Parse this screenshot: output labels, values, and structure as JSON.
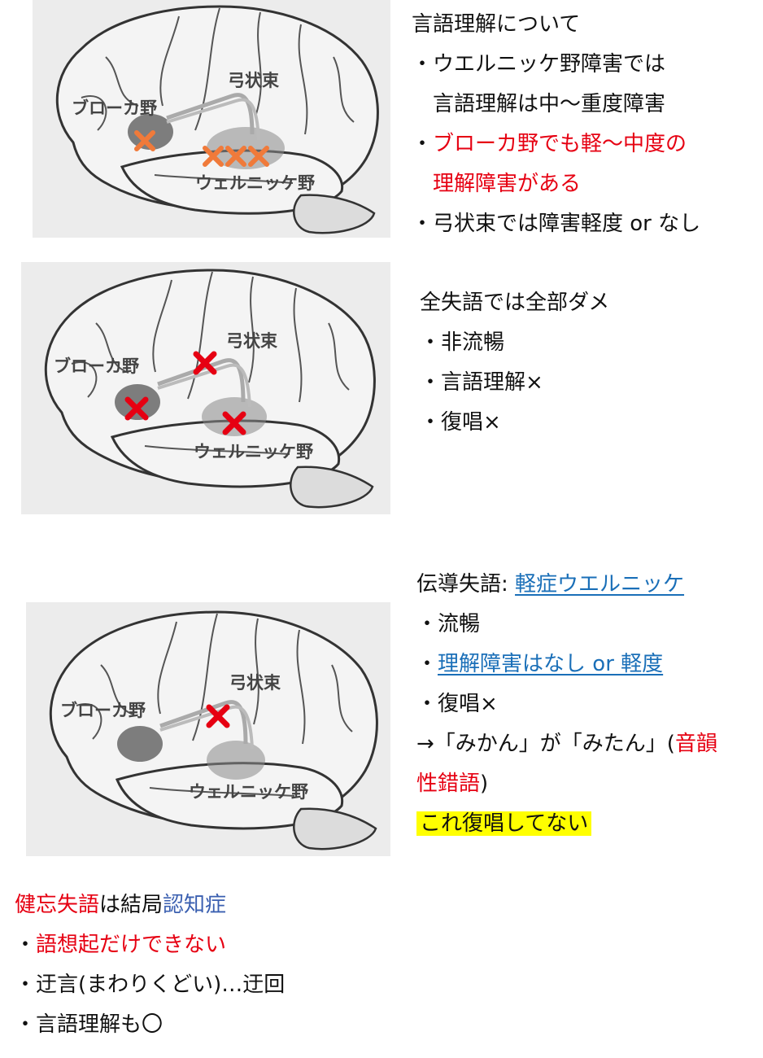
{
  "section1": {
    "title": "言語理解について",
    "line1": "・ウエルニッケ野障害では",
    "line2": "言語理解は中〜重度障害",
    "bullet3_mark": "・",
    "line3a": "ブローカ野でも軽〜中度の",
    "line3b": "理解障害がある",
    "line4": "・弓状束では障害軽度 or なし"
  },
  "section2": {
    "title": "全失語では全部ダメ",
    "items": [
      "・非流暢",
      "・言語理解×",
      "・復唱×"
    ]
  },
  "section3": {
    "title": "伝導失語:",
    "title_link": "軽症ウエルニッケ",
    "item1": "・流暢",
    "item2_mark": "・",
    "item2_link": "理解障害はなし or 軽度",
    "item3": "・復唱×",
    "example_a": "→「みかん」が「みたん」(",
    "example_red1": "音韻",
    "example_red2": "性錯語",
    "example_close": ")",
    "highlight": "これ復唱してない"
  },
  "section4": {
    "title_red": "健忘失語",
    "title_mid": "は結局",
    "title_blue": "認知症",
    "item1_mark": "・",
    "item1_red": "語想起だけできない",
    "item2": "・迂言(まわりくどい)…迂回",
    "item3": "・言語理解も〇"
  },
  "brain_labels": {
    "broca": "ブローカ野",
    "arcuate": "弓状束",
    "wernicke": "ウェルニッケ野"
  },
  "colors": {
    "red": "#e60012",
    "blue": "#3a5fb0",
    "link": "#1a6fb8",
    "highlight": "#ffff00",
    "orange_x": "#f07a3a"
  }
}
